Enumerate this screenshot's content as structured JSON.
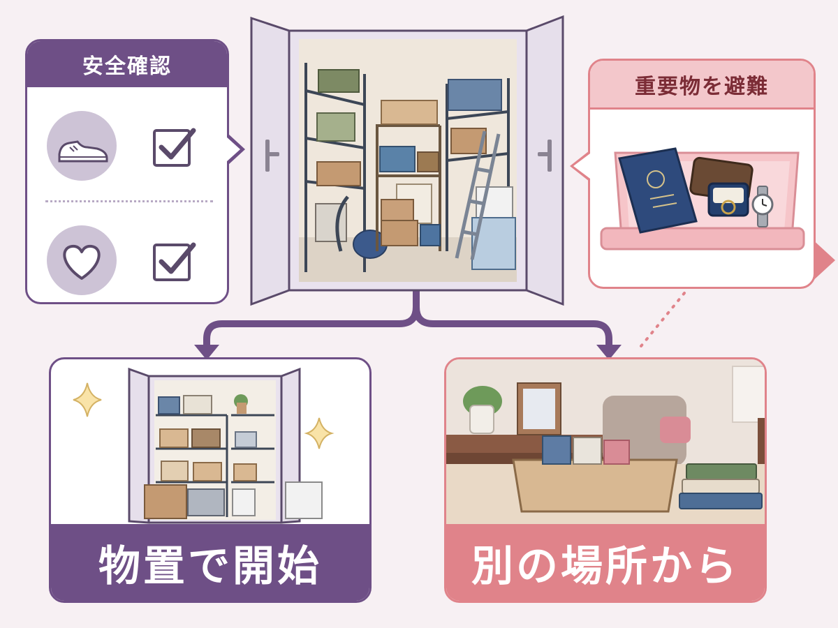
{
  "safety_panel": {
    "title": "安全確認",
    "items": [
      {
        "icon": "shoe-icon",
        "checked": true
      },
      {
        "icon": "heart-icon",
        "checked": true
      }
    ]
  },
  "evacuate_panel": {
    "title": "重要物を避難"
  },
  "outcomes": {
    "start_label": "物置で開始",
    "other_label": "別の場所から"
  },
  "colors": {
    "purple": "#6e4f86",
    "pink": "#e0838a",
    "background": "#f7f0f3"
  }
}
